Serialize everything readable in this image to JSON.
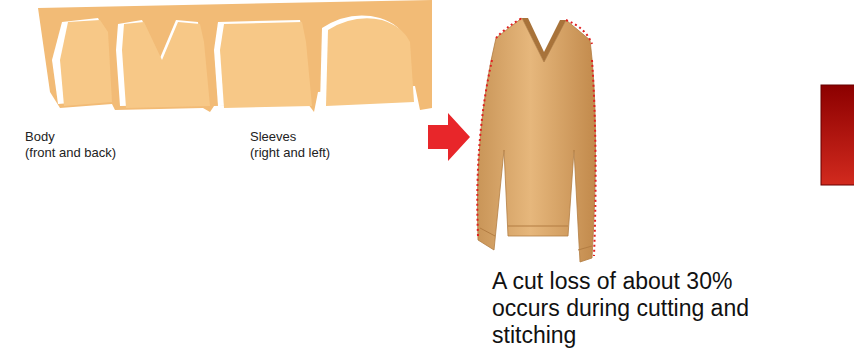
{
  "diagram": {
    "labels": [
      "Body",
      "(front and back)",
      "Sleeves",
      "(right and left)",
      "A cut loss of about 30% occurs during cutting and stitching"
    ]
  }
}
